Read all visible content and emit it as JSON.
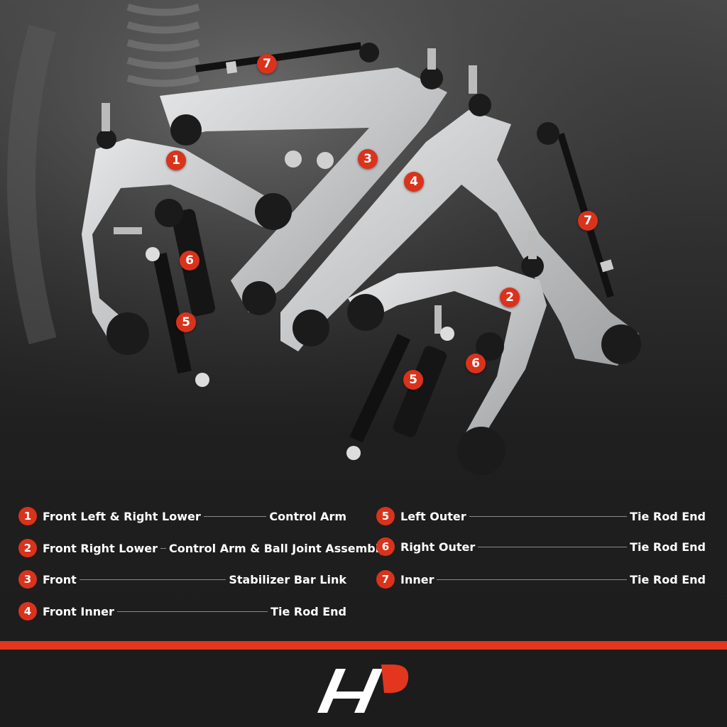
{
  "legend": {
    "left_column": [
      {
        "num": "1",
        "left": "Front Left & Right Lower",
        "right": "Control Arm"
      },
      {
        "num": "2",
        "left": "Front Right Lower",
        "right": "Control Arm & Ball Joint Assembly"
      },
      {
        "num": "3",
        "left": "Front",
        "right": "Stabilizer Bar Link"
      },
      {
        "num": "4",
        "left": "Front Inner",
        "right": "Tie Rod End"
      }
    ],
    "right_column": [
      {
        "num": "5",
        "left": "Left Outer",
        "right": "Tie Rod End"
      },
      {
        "num": "6",
        "left": "Right Outer",
        "right": "Tie Rod End"
      },
      {
        "num": "7",
        "left": "Inner",
        "right": "Tie Rod End"
      }
    ]
  },
  "markers": [
    "7",
    "1",
    "3",
    "4",
    "7",
    "6",
    "5",
    "2",
    "5",
    "6"
  ],
  "colors": {
    "accent": "#d9331c",
    "band": "#e2361e",
    "background": "#1c1c1c",
    "part_silver": "#c9cacb"
  },
  "logo_icon": "brand-logo-icon"
}
